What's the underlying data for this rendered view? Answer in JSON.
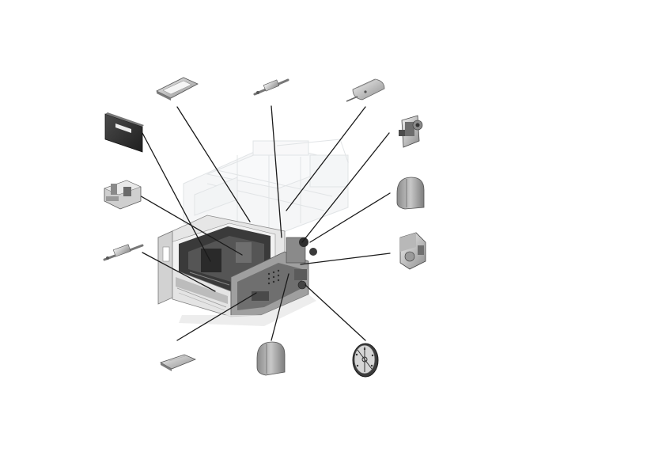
{
  "diagram": {
    "kind": "exploded-parts-view",
    "subject": "printer-assembly",
    "labels_visible": false,
    "colors": {
      "background": "#ffffff",
      "leader": "#1a1a1a",
      "part_light": "#d8d8d8",
      "part_mid": "#9a9a9a",
      "part_dark": "#333333",
      "ghost": "#cfd3d6"
    },
    "parts": [
      {
        "id": "plate-top-left",
        "icon": "flat-plate-icon"
      },
      {
        "id": "rod-sensor-top",
        "icon": "rod-sensor-icon"
      },
      {
        "id": "curved-guide",
        "icon": "curved-guide-icon"
      },
      {
        "id": "dark-cover-panel",
        "icon": "cover-panel-icon"
      },
      {
        "id": "bracket-assembly",
        "icon": "bracket-icon"
      },
      {
        "id": "drive-gear-block",
        "icon": "gear-block-icon"
      },
      {
        "id": "cap-right-upper",
        "icon": "end-cap-icon"
      },
      {
        "id": "rod-sensor-left",
        "icon": "rod-sensor-icon"
      },
      {
        "id": "mount-bracket-right",
        "icon": "mount-bracket-icon"
      },
      {
        "id": "small-plate-bottom",
        "icon": "small-plate-icon"
      },
      {
        "id": "cap-bottom-center",
        "icon": "end-cap-icon"
      },
      {
        "id": "round-cover-gear",
        "icon": "round-cover-icon"
      }
    ]
  }
}
